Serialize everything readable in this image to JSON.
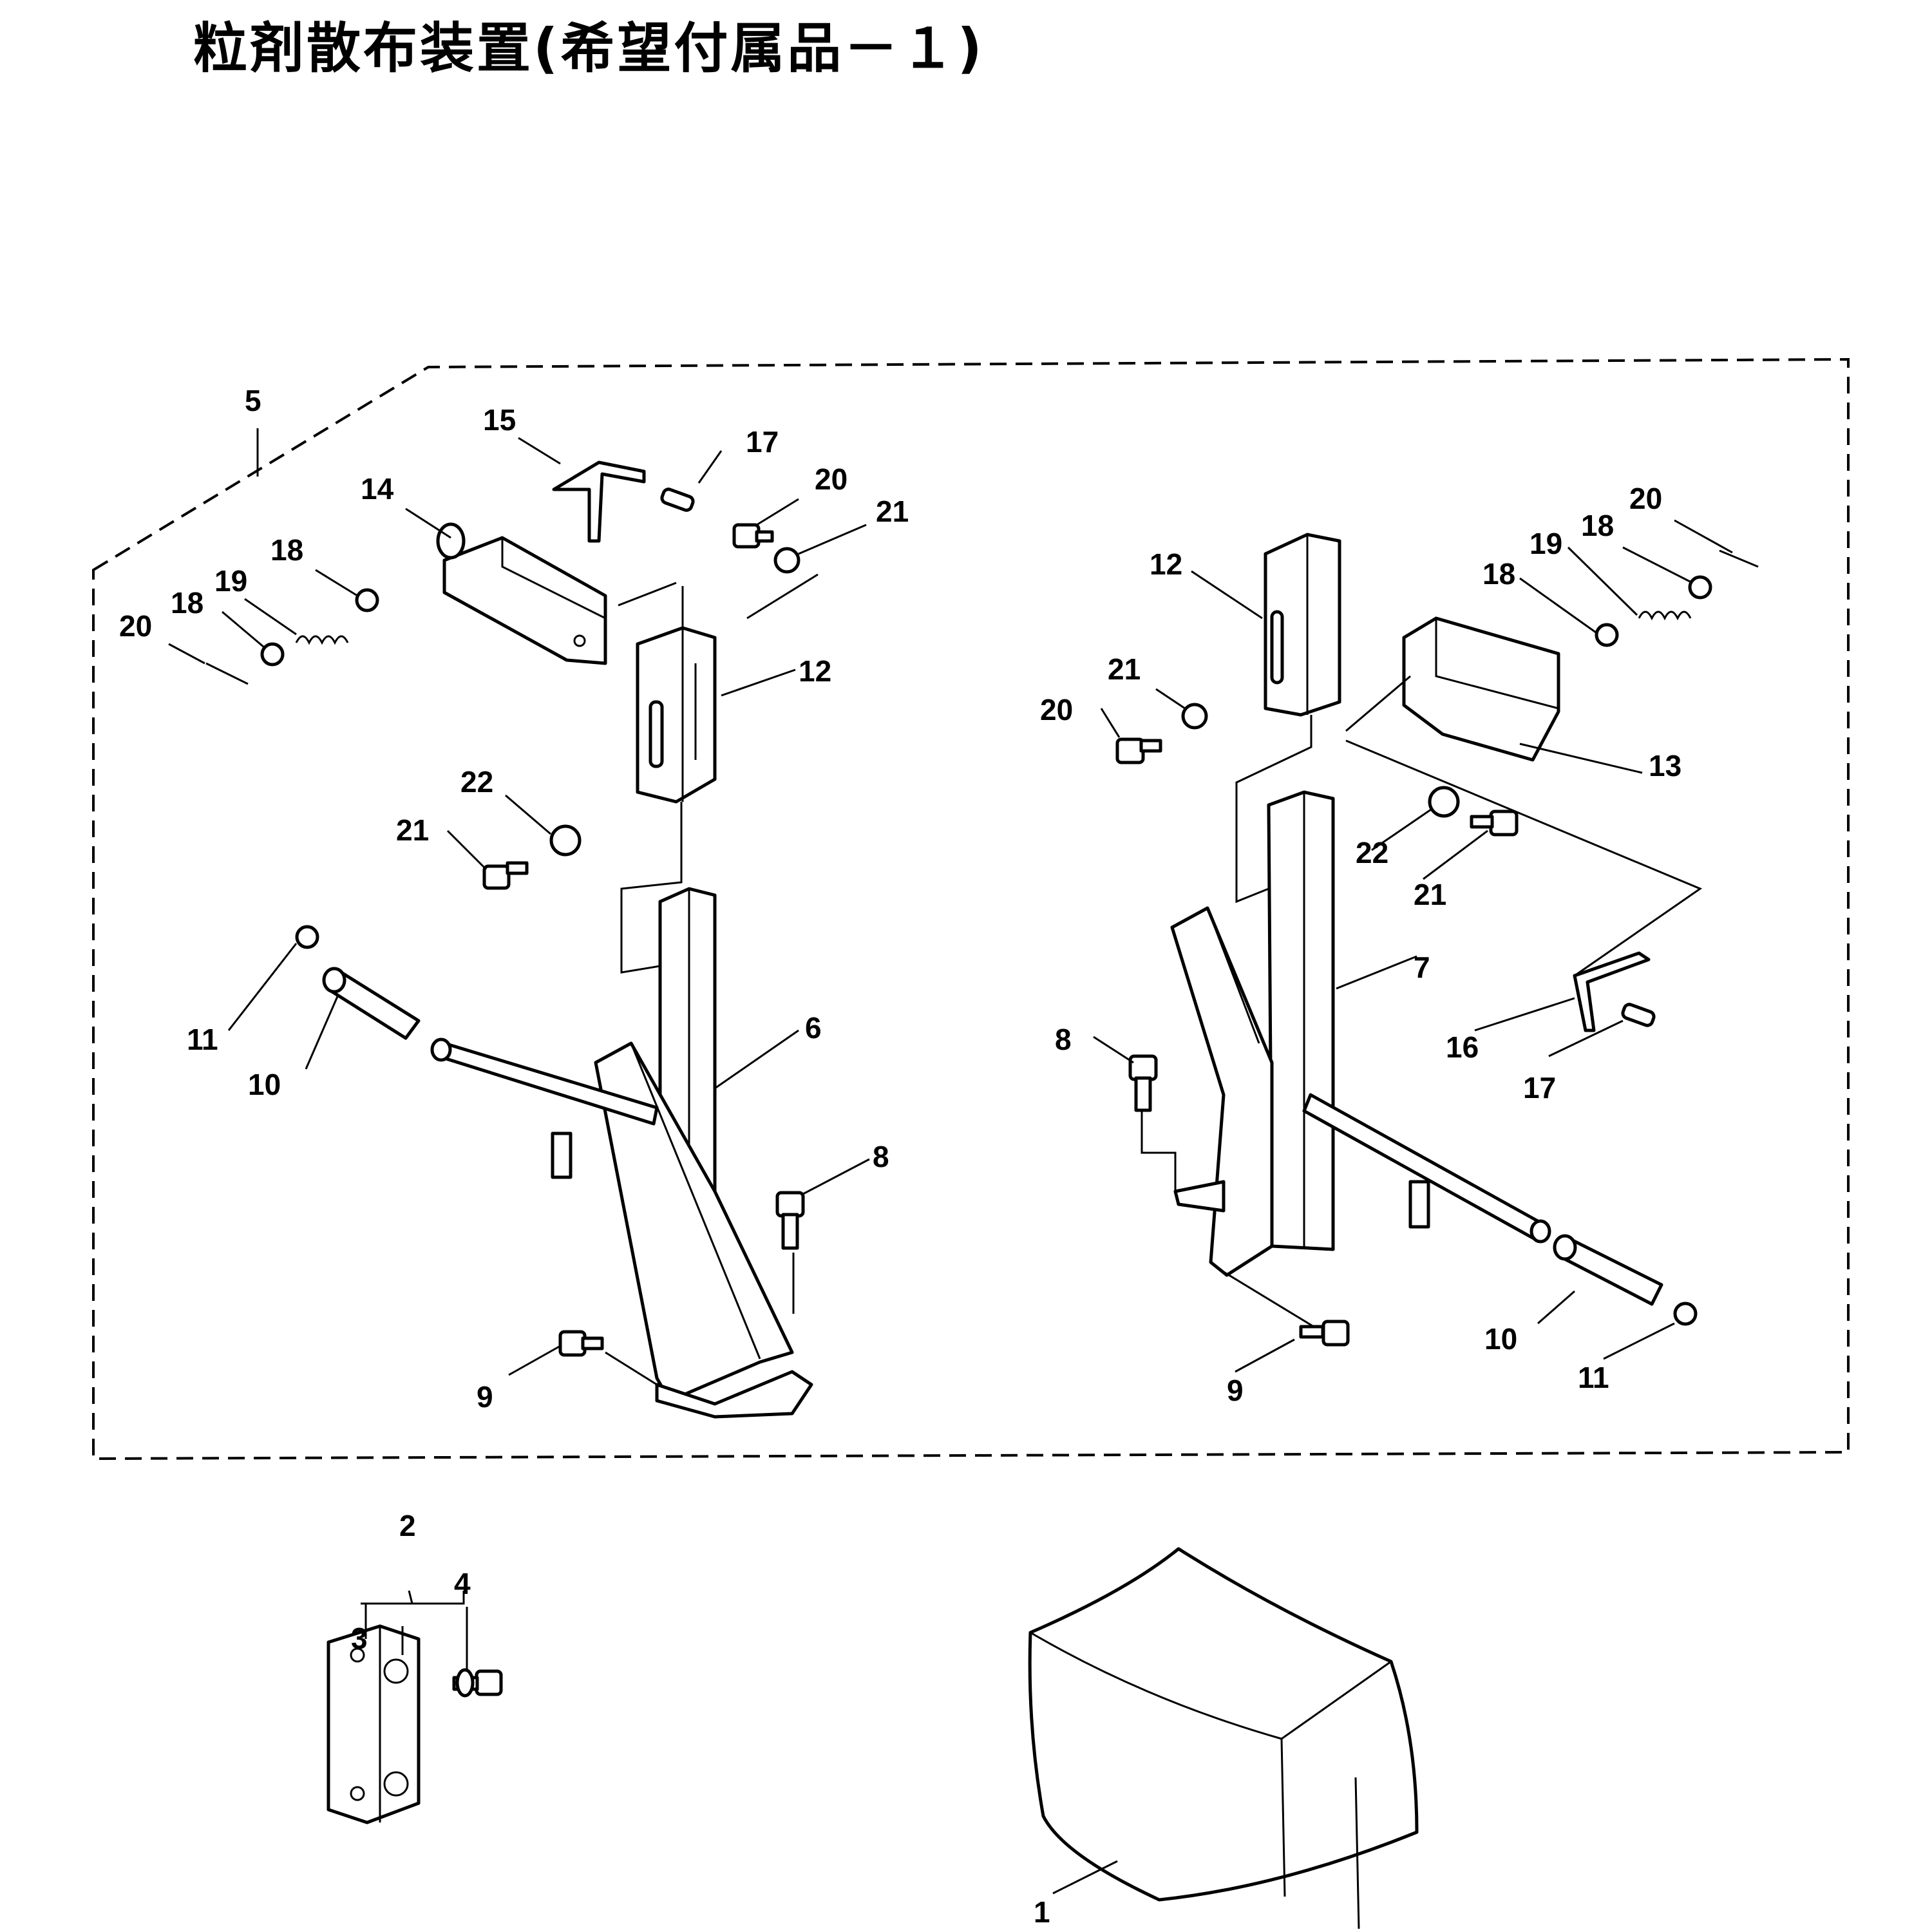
{
  "title": "粒剤散布装置(希望付属品－１)",
  "labels": {
    "l_5": "5",
    "l_15": "15",
    "l_17a": "17",
    "l_20a": "20",
    "l_21a": "21",
    "l_14": "14",
    "l_18a": "18",
    "l_19a": "19",
    "l_18b": "18",
    "l_20b": "20",
    "l_12a": "12",
    "l_22a": "22",
    "l_21b": "21",
    "l_11a": "11",
    "l_10a": "10",
    "l_6": "6",
    "l_8a": "8",
    "l_9a": "9",
    "l_20c": "20",
    "l_18c": "18",
    "l_19b": "19",
    "l_18d": "18",
    "l_12b": "12",
    "l_21c": "21",
    "l_20d": "20",
    "l_13": "13",
    "l_22b": "22",
    "l_21d": "21",
    "l_7": "7",
    "l_8b": "8",
    "l_16": "16",
    "l_17b": "17",
    "l_10b": "10",
    "l_11b": "11",
    "l_9b": "9",
    "l_2": "2",
    "l_4": "4",
    "l_3": "3",
    "l_1": "1"
  }
}
